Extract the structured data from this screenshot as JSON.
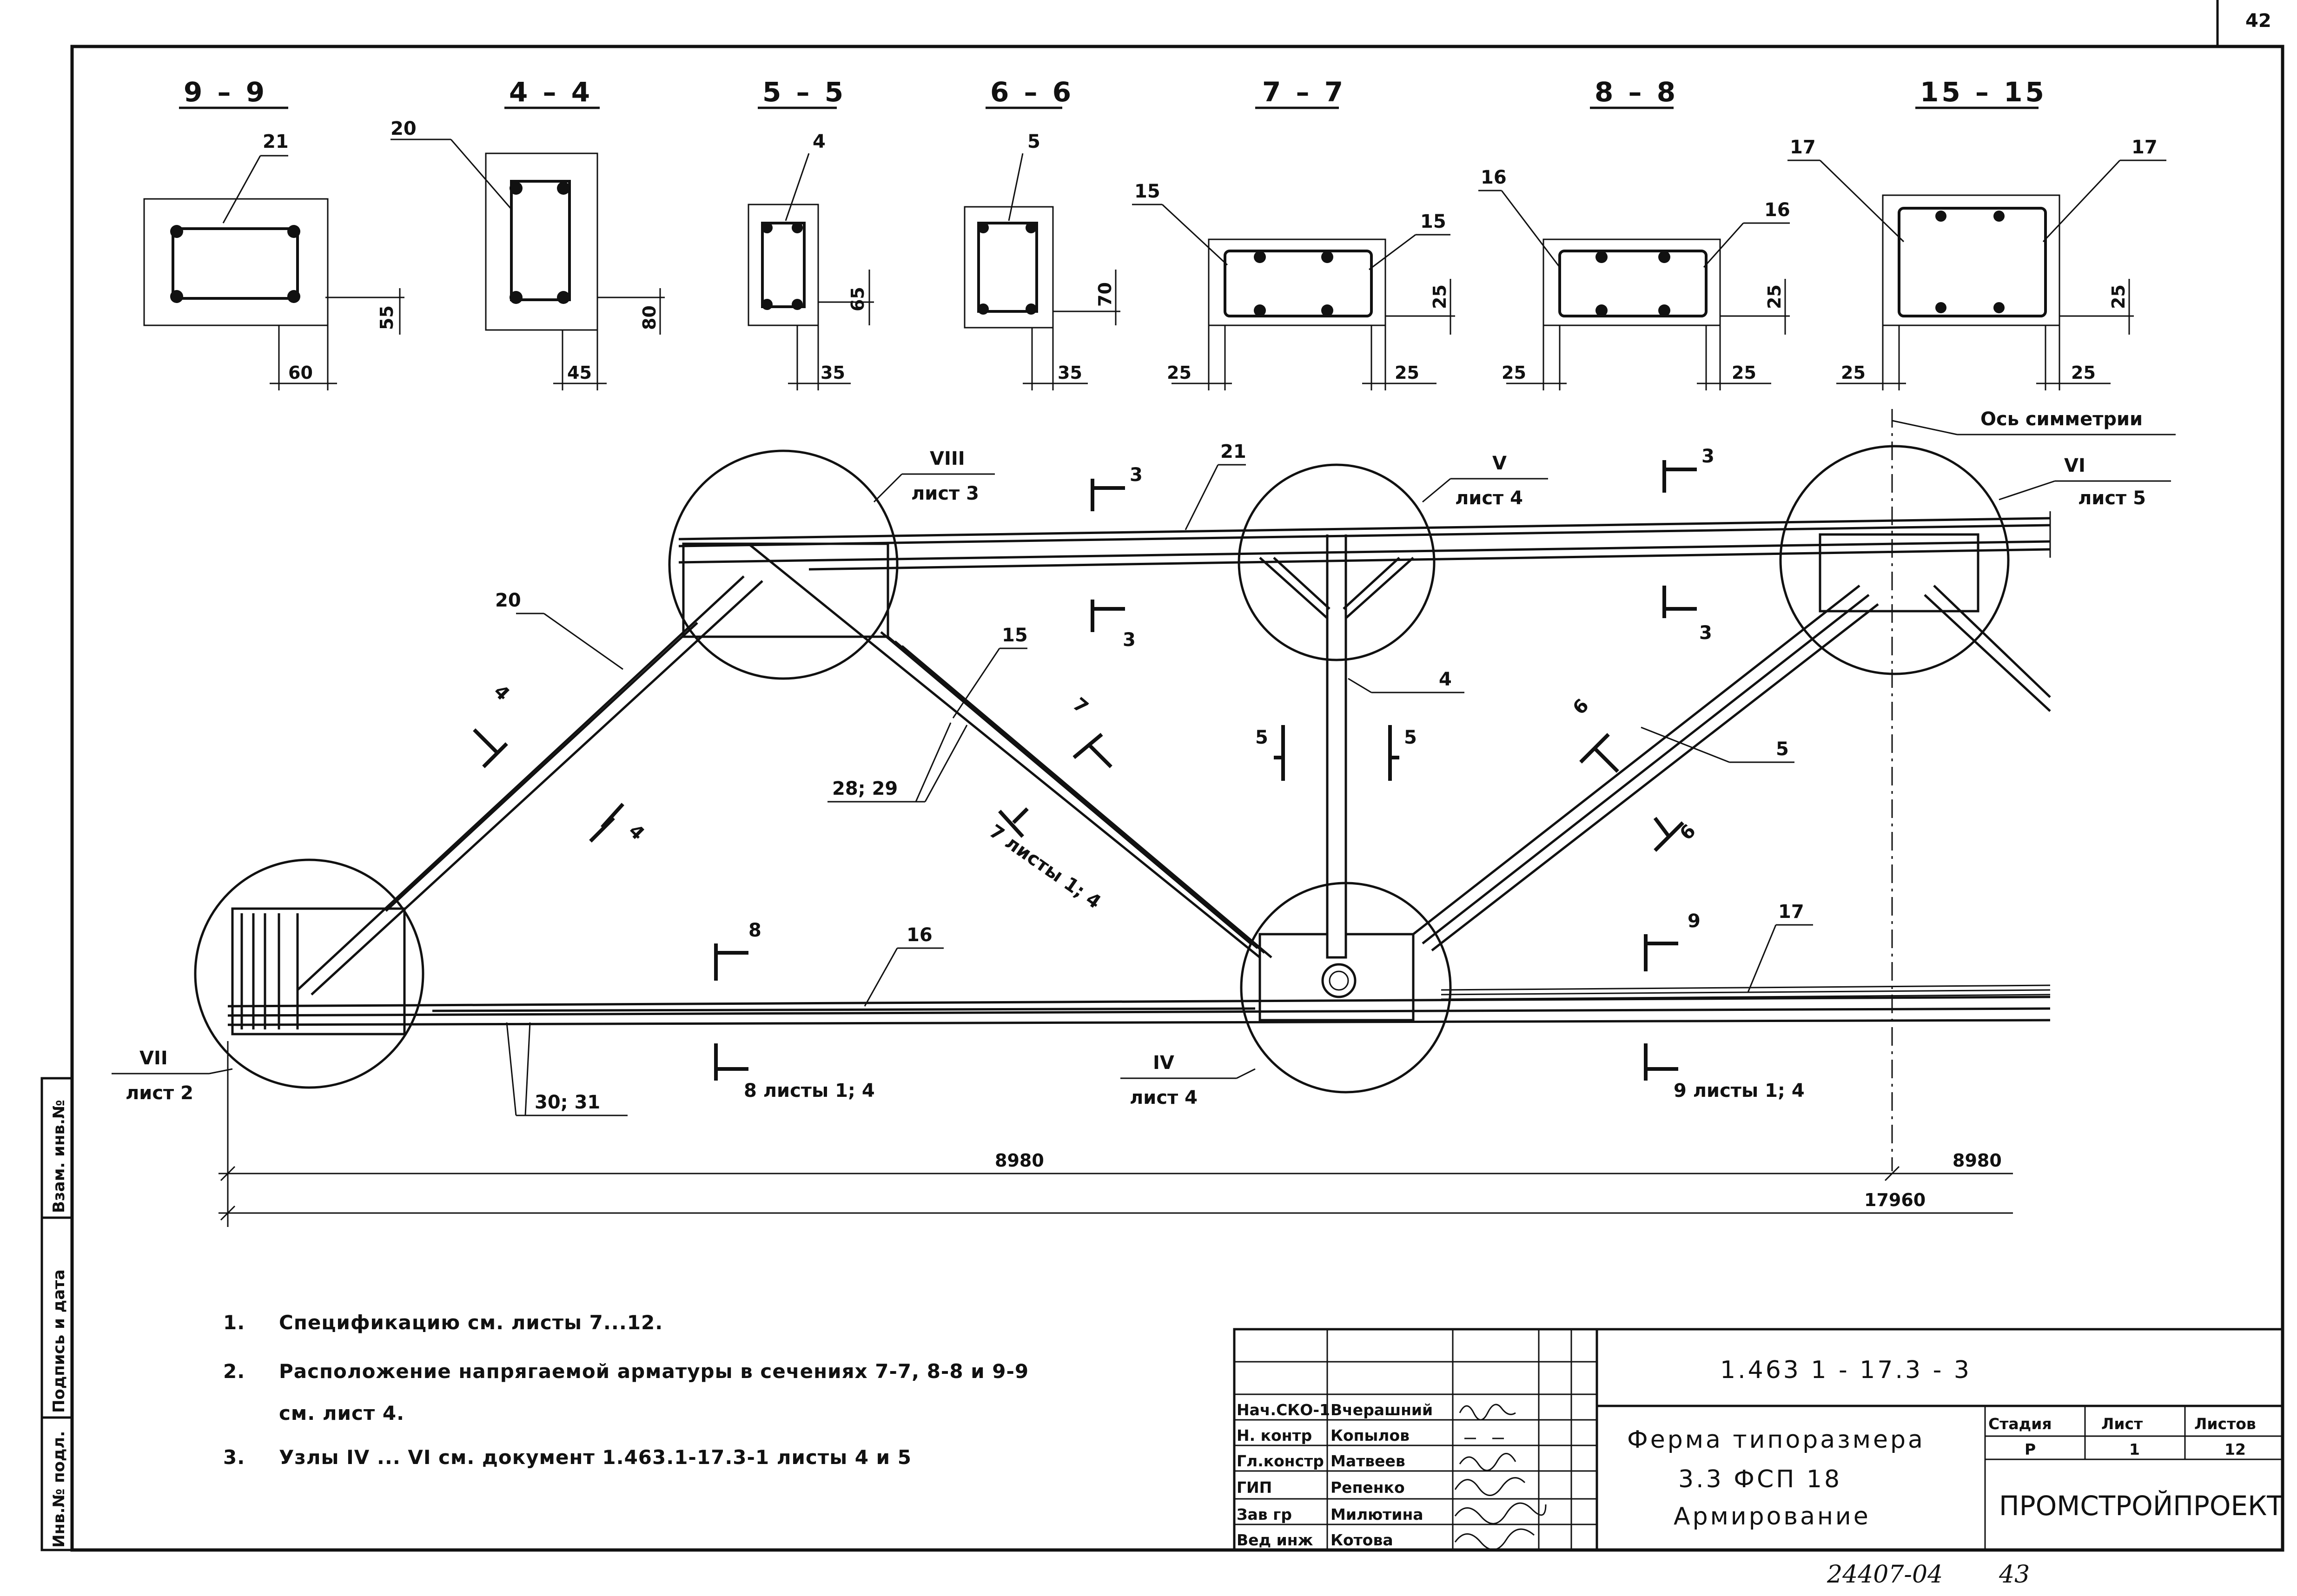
{
  "sheet_corner_no": "42",
  "section_titles": [
    "9 – 9",
    "4 – 4",
    "5 – 5",
    "6 – 6",
    "7 – 7",
    "8 – 8",
    "15 – 15"
  ],
  "section_callouts": {
    "s99": "21",
    "s44": "20",
    "s55": "4",
    "s66": "5",
    "s77_left": "15",
    "s77_right": "15",
    "s88_left": "16",
    "s88_right": "16",
    "s1515_left": "17",
    "s1515_right": "17"
  },
  "section_dims": {
    "s99_h": "60",
    "s99_v": "55",
    "s44_h": "45",
    "s44_v": "80",
    "s55_h": "35",
    "s55_v": "65",
    "s66_h": "35",
    "s66_v": "70",
    "s77_l": "25",
    "s77_r": "25",
    "s77_v": "25",
    "s88_l": "25",
    "s88_r": "25",
    "s88_v": "25",
    "s1515_l": "25",
    "s1515_r": "25",
    "s1515_v": "25"
  },
  "truss_labels": {
    "axis_of_symmetry": "Ось симметрии",
    "node_VIII": "VIII",
    "node_VIII_sheet": "лист 3",
    "node_V": "V",
    "node_V_sheet": "лист 4",
    "node_VI": "VI",
    "node_VI_sheet": "лист 5",
    "node_VII": "VII",
    "node_VII_sheet": "лист 2",
    "node_IV": "IV",
    "node_IV_sheet": "лист 4",
    "bar_21": "21",
    "bar_20": "20",
    "bar_15": "15",
    "bar_4": "4",
    "bar_5": "5",
    "bar_16": "16",
    "bar_17": "17",
    "group_28_29": "28; 29",
    "group_30_31": "30; 31",
    "cut_3": "3",
    "cut_4": "4",
    "cut_5": "5",
    "cut_6": "6",
    "cut_7": "7",
    "cut_8": "8",
    "cut_9": "9",
    "cut_7_sheets": "7 листы 1; 4",
    "cut_8_sheets": "8 листы 1; 4",
    "cut_9_sheets": "9 листы 1; 4"
  },
  "dimensions": {
    "half_left": "8980",
    "half_right": "8980",
    "total": "17960"
  },
  "notes": [
    {
      "num": "1.",
      "text": "Спецификацию см. листы 7...12."
    },
    {
      "num": "2.",
      "text": "Расположение напрягаемой арматуры в сечениях 7-7, 8-8 и 9-9"
    },
    {
      "num": "",
      "text": "см. лист 4."
    },
    {
      "num": "3.",
      "text": "Узлы IV ... VI см. документ 1.463.1-17.3-1 листы 4 и 5"
    }
  ],
  "side_stamp": [
    "Инв.№ подл.",
    "Подпись и дата",
    "Взам. инв.№"
  ],
  "title_block": {
    "doc_code": "1.463 1 - 17.3 - 3",
    "title_1": "Ферма типоразмера",
    "title_2": "3.3 ФСП 18",
    "title_3": "Армирование",
    "stage_header": "Стадия",
    "sheet_header": "Лист",
    "sheets_header": "Листов",
    "stage": "Р",
    "sheet": "1",
    "sheets": "12",
    "org": "ПРОМСТРОЙПРОЕКТ",
    "roles": [
      "Нач.СКО-1",
      "Н. контр",
      "Гл.констр",
      "ГИП",
      "Зав гр",
      "Вед инж"
    ],
    "names": [
      "Вчерашний",
      "Копылов",
      "Матвеев",
      "Репенко",
      "Милютина",
      "Котова"
    ]
  },
  "bottom_handwritten": {
    "archive": "24407-04",
    "page": "43"
  }
}
